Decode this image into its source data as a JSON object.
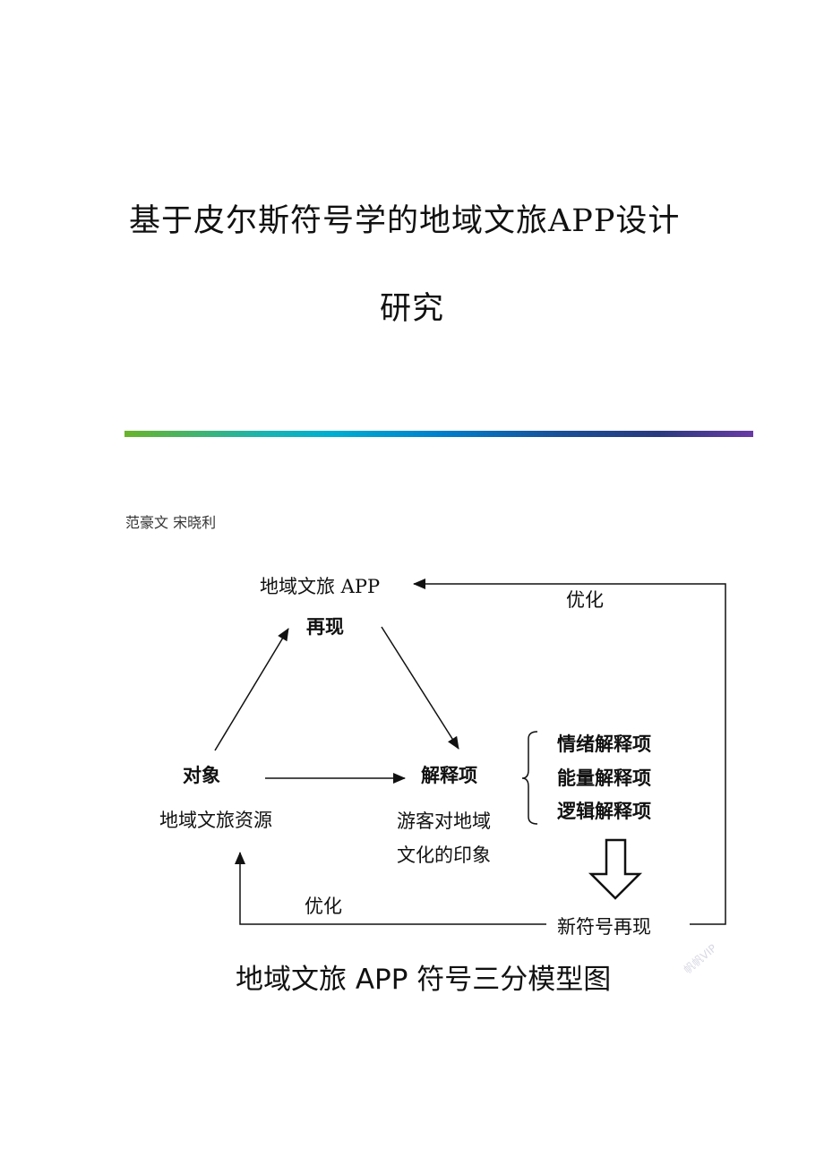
{
  "title": {
    "line1": "基于皮尔斯符号学的地域文旅APP设计",
    "line2": "研究"
  },
  "authors": "范豪文  宋晓利",
  "colors": {
    "bar_start": "#6ab42a",
    "bar_mid": "#0080cc",
    "bar_end": "#6a3aa6"
  },
  "figure": {
    "app_label": "地域文旅 APP",
    "representation": "再现",
    "object": "对象",
    "object_desc": "地域文旅资源",
    "interpretant": "解释项",
    "interpretant_desc_1": "游客对地域",
    "interpretant_desc_2": "文化的印象",
    "interpretant_types": [
      "情绪解释项",
      "能量解释项",
      "逻辑解释项"
    ],
    "new_sign": "新符号再现",
    "optimize_top": "优化",
    "optimize_bottom": "优化",
    "caption": "地域文旅 APP 符号三分模型图",
    "watermark": "帆帆VIP"
  }
}
